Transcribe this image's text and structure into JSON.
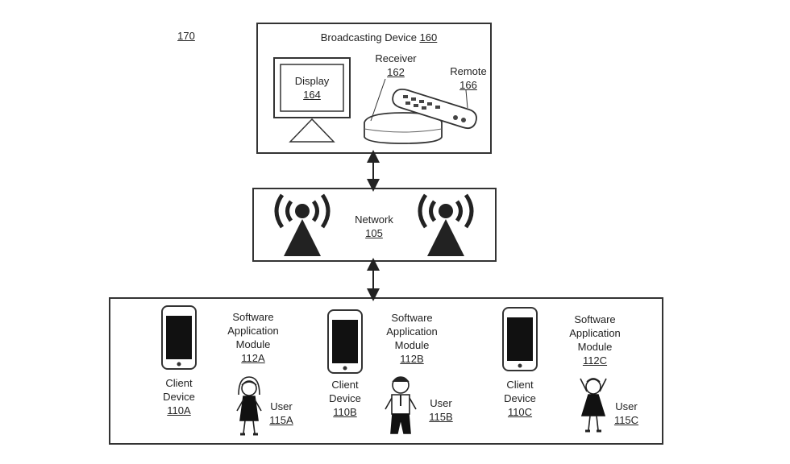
{
  "figure_ref": "170",
  "broadcasting": {
    "title": "Broadcasting Device",
    "ref": "160",
    "display": {
      "label": "Display",
      "ref": "164"
    },
    "receiver": {
      "label": "Receiver",
      "ref": "162"
    },
    "remote": {
      "label": "Remote",
      "ref": "166"
    }
  },
  "network": {
    "label": "Network",
    "ref": "105"
  },
  "clients": [
    {
      "module_line1": "Software",
      "module_line2": "Application",
      "module_line3": "Module",
      "module_ref": "112A",
      "device_line1": "Client",
      "device_line2": "Device",
      "device_ref": "110A",
      "user_label": "User",
      "user_ref": "115A"
    },
    {
      "module_line1": "Software",
      "module_line2": "Application",
      "module_line3": "Module",
      "module_ref": "112B",
      "device_line1": "Client",
      "device_line2": "Device",
      "device_ref": "110B",
      "user_label": "User",
      "user_ref": "115B"
    },
    {
      "module_line1": "Software",
      "module_line2": "Application",
      "module_line3": "Module",
      "module_ref": "112C",
      "device_line1": "Client",
      "device_line2": "Device",
      "device_ref": "110C",
      "user_label": "User",
      "user_ref": "115C"
    }
  ]
}
